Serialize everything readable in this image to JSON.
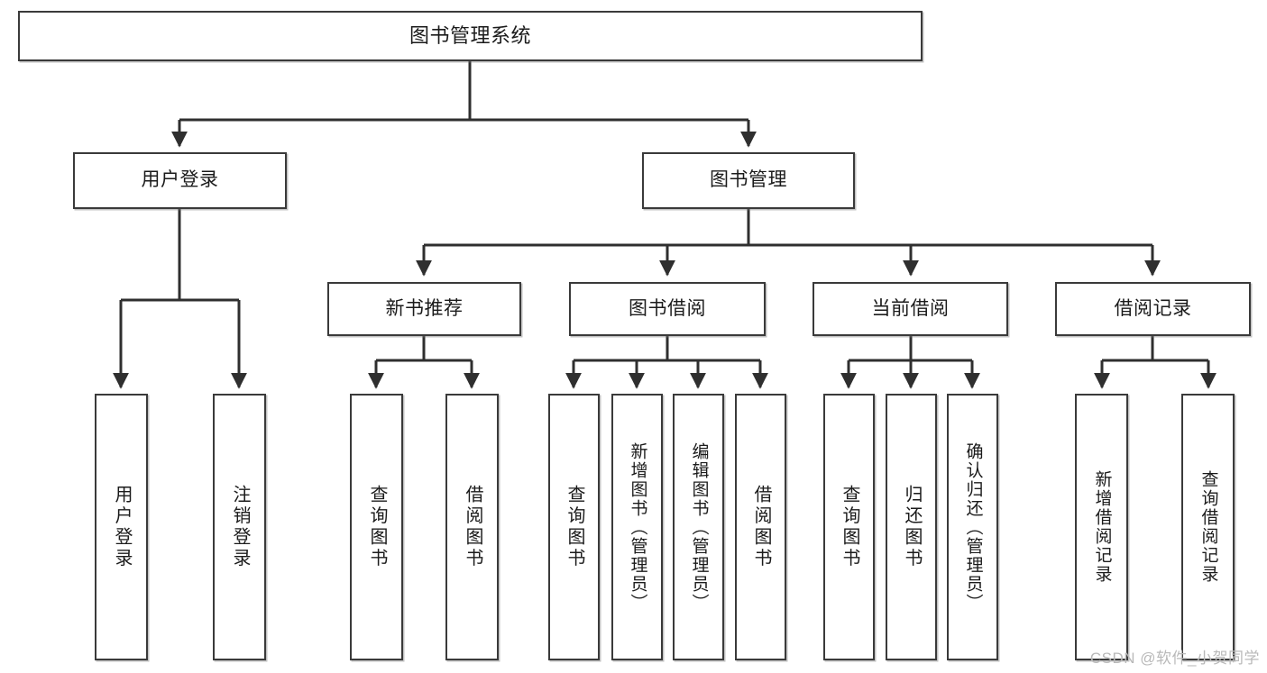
{
  "diagram": {
    "title": "图书管理系统",
    "type": "tree-hierarchy-chart",
    "watermark": "CSDN @软件_小贺同学",
    "colors": {
      "box_border": "#3a3a3a",
      "box_fill": "#ffffff",
      "connector": "#2f2f2f",
      "text": "#1b1b1b",
      "watermark": "#b9b9b9"
    }
  },
  "nodes": {
    "root": {
      "label": "图书管理系统"
    },
    "level2": [
      {
        "id": "user-login",
        "label": "用户登录"
      },
      {
        "id": "book-manage",
        "label": "图书管理"
      }
    ],
    "level3": [
      {
        "id": "new-book-recommend",
        "label": "新书推荐"
      },
      {
        "id": "book-borrow",
        "label": "图书借阅"
      },
      {
        "id": "current-borrow",
        "label": "当前借阅"
      },
      {
        "id": "borrow-record",
        "label": "借阅记录"
      }
    ],
    "leaves": {
      "user_login": [
        {
          "id": "leaf-user-login",
          "label": "用户登录"
        },
        {
          "id": "leaf-logout-login",
          "label": "注销登录"
        }
      ],
      "new_book_recommend": [
        {
          "id": "leaf-query-book-1",
          "label": "查询图书"
        },
        {
          "id": "leaf-borrow-book-1",
          "label": "借阅图书"
        }
      ],
      "book_borrow": [
        {
          "id": "leaf-query-book-2",
          "label": "查询图书"
        },
        {
          "id": "leaf-add-book",
          "label": "新增图书（管理员）"
        },
        {
          "id": "leaf-edit-book",
          "label": "编辑图书（管理员）"
        },
        {
          "id": "leaf-borrow-book-2",
          "label": "借阅图书"
        }
      ],
      "current_borrow": [
        {
          "id": "leaf-query-book-3",
          "label": "查询图书"
        },
        {
          "id": "leaf-return-book",
          "label": "归还图书"
        },
        {
          "id": "leaf-confirm-return",
          "label": "确认归还（管理员）"
        }
      ],
      "borrow_record": [
        {
          "id": "leaf-add-record",
          "label": "新增借阅记录"
        },
        {
          "id": "leaf-query-record",
          "label": "查询借阅记录"
        }
      ]
    }
  }
}
